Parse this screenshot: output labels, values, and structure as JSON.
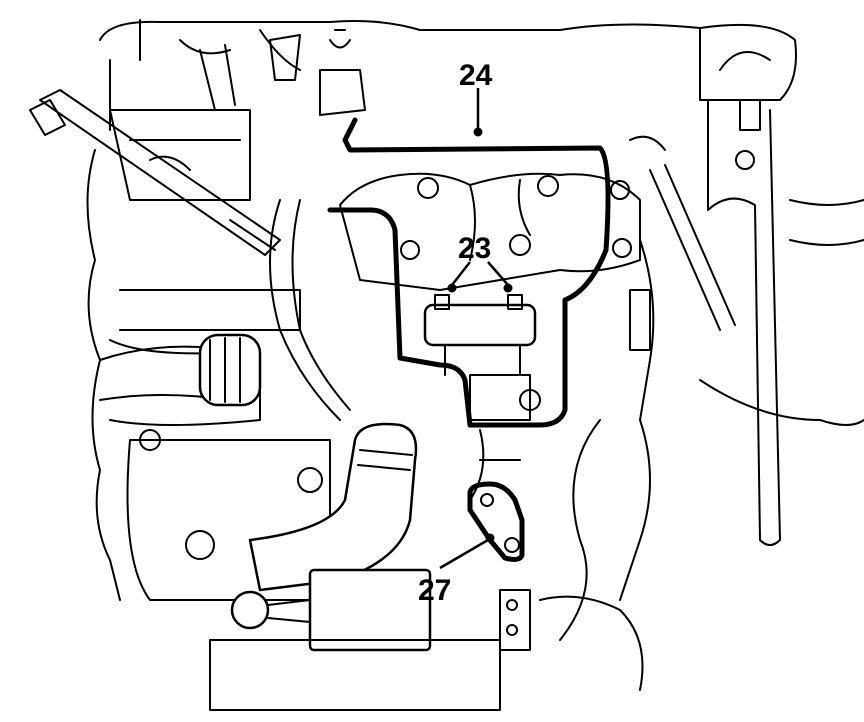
{
  "callouts": [
    {
      "id": "24",
      "label": "24"
    },
    {
      "id": "23",
      "label": "23"
    },
    {
      "id": "27",
      "label": "27"
    }
  ]
}
